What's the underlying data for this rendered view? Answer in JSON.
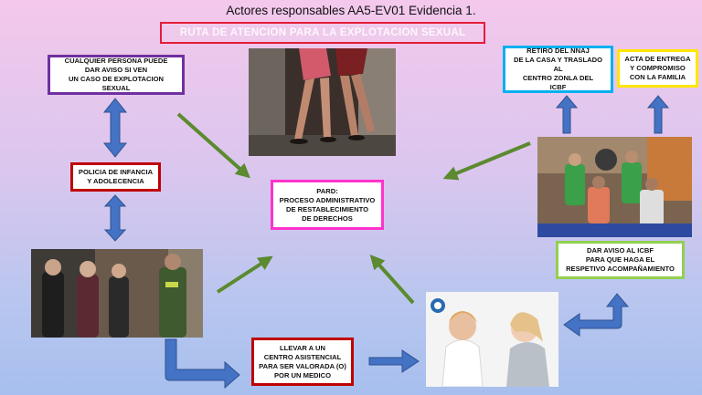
{
  "title": "Actores responsables AA5-EV01 Evidencia 1.",
  "banner": "RUTA DE ATENCION PARA LA EXPLOTACION SEXUAL",
  "boxes": {
    "report": [
      "CUALQUIER PERSONA PUEDE",
      "DAR AVISO SI VEN",
      "UN CASO DE EXPLOTACION SEXUAL"
    ],
    "police": [
      "POLICIA DE INFANCIA",
      "Y ADOLECENCIA"
    ],
    "pard": [
      "PARD:",
      "PROCESO ADMINISTRATIVO",
      "DE RESTABLECIMIENTO",
      "DE DERECHOS"
    ],
    "withdrawal": [
      "RETIRO DEL NNAJ",
      "DE LA CASA Y TRASLADO AL",
      "CENTRO ZONLA DEL",
      "ICBF"
    ],
    "act": [
      "ACTA DE ENTREGA",
      "Y COMPROMISO",
      "CON LA FAMILIA"
    ],
    "icbf": [
      "DAR AVISO AL ICBF",
      "PARA QUE HAGA EL",
      "RESPETIVO ACOMPAÑAMIENTO"
    ],
    "medical": [
      "LLEVAR A UN",
      "CENTRO ASISTENCIAL",
      "PARA SER VALORADA (O)",
      "POR UN MEDICO"
    ]
  },
  "colors": {
    "report_border": "#7030a0",
    "police_border": "#c00000",
    "pard_border": "#ff33cc",
    "withdrawal_border": "#00b0f0",
    "act_border": "#ffe600",
    "icbf_border": "#92d050",
    "medical_border": "#c00000",
    "green_arrow": "#5b8a2f",
    "blue_arrow": "#4472c4"
  }
}
